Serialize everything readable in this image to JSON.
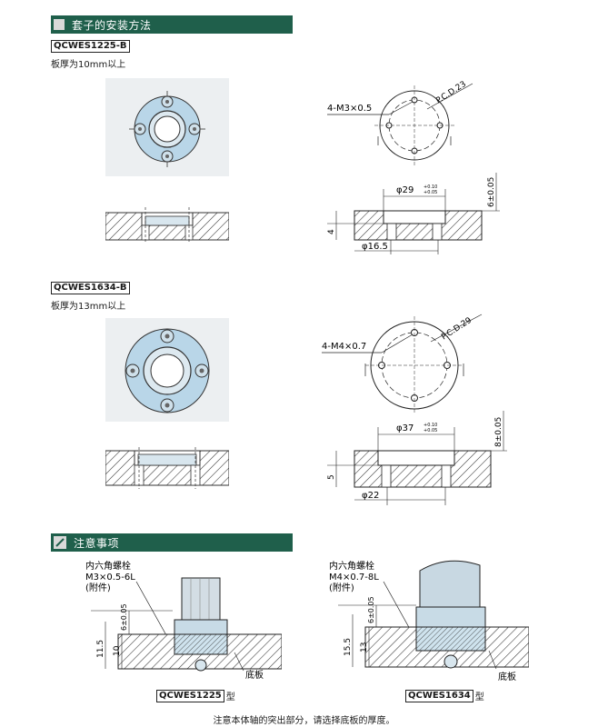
{
  "section1": {
    "title": "套子的安装方法"
  },
  "variant1": {
    "model": "QCWES1225-B",
    "note": "板厚为10mm以上",
    "screw": "4-M3×0.5",
    "pcd": "P.C.D.23",
    "bore": "φ29",
    "bore_tol_upper": "+0.10",
    "bore_tol_lower": "+0.05",
    "depth": "6±0.05",
    "inner": "φ16.5",
    "thread_depth": "4"
  },
  "variant2": {
    "model": "QCWES1634-B",
    "note": "板厚为13mm以上",
    "screw": "4-M4×0.7",
    "pcd": "P.C.D.29",
    "bore": "φ37",
    "bore_tol_upper": "+0.10",
    "bore_tol_lower": "+0.05",
    "depth": "8±0.05",
    "inner": "φ22",
    "thread_depth": "5"
  },
  "section2": {
    "title": "注意事项"
  },
  "caution1": {
    "bolt_line1": "内六角螺栓",
    "bolt_line2": "M3×0.5-6L",
    "bolt_line3": "(附件)",
    "protrude": "6±0.05",
    "total": "11.5",
    "plate": "10",
    "base": "底板",
    "model": "QCWES1225",
    "suffix": "型"
  },
  "caution2": {
    "bolt_line1": "内六角螺栓",
    "bolt_line2": "M4×0.7-8L",
    "bolt_line3": "(附件)",
    "protrude": "6±0.05",
    "total": "15.5",
    "plate": "13",
    "base": "底板",
    "model": "QCWES1634",
    "suffix": "型"
  },
  "footer_note": "注意本体轴的突出部分，请选择底板的厚度。"
}
